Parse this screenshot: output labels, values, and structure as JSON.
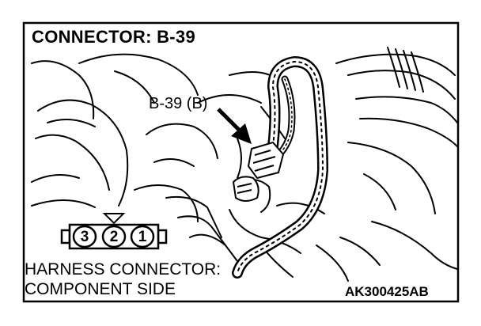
{
  "diagram": {
    "title": "CONNECTOR: B-39",
    "callout": "B-39 (B)",
    "harness_line1": "HARNESS CONNECTOR:",
    "harness_line2": "COMPONENT SIDE",
    "figure_code": "AK300425AB",
    "connector_pins": [
      "3",
      "2",
      "1"
    ],
    "line_color": "#000000",
    "background_color": "#ffffff"
  }
}
